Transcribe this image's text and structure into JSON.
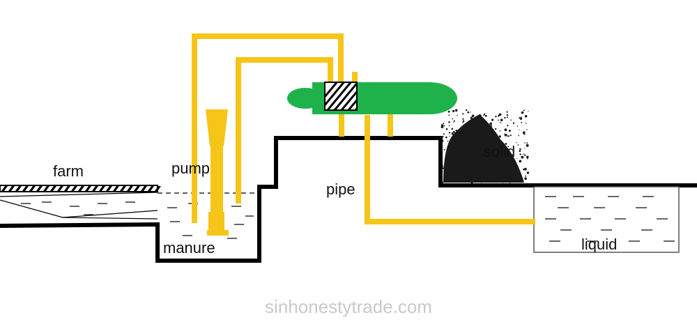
{
  "labels": {
    "farm": "farm",
    "pump": "pump",
    "manure": "manure",
    "pipe": "pipe",
    "solid": "solid",
    "liquid": "liquid"
  },
  "watermark": "sinhonestytrade.com",
  "colors": {
    "pipe": "#f5c518",
    "separator": "#1fb24a",
    "ground": "#000000",
    "solid_pile": "#1a1a1a",
    "watermark": "#c9c9c9"
  }
}
